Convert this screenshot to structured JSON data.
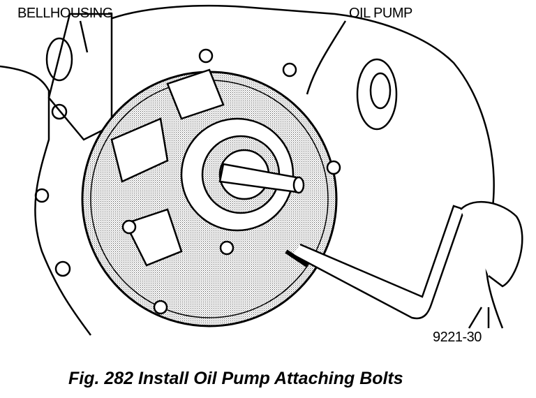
{
  "labels": {
    "bellhousing": "BELLHOUSING",
    "oil_pump": "OIL PUMP",
    "figure_id": "9221-30"
  },
  "caption": "Fig. 282 Install Oil Pump Attaching Bolts"
}
